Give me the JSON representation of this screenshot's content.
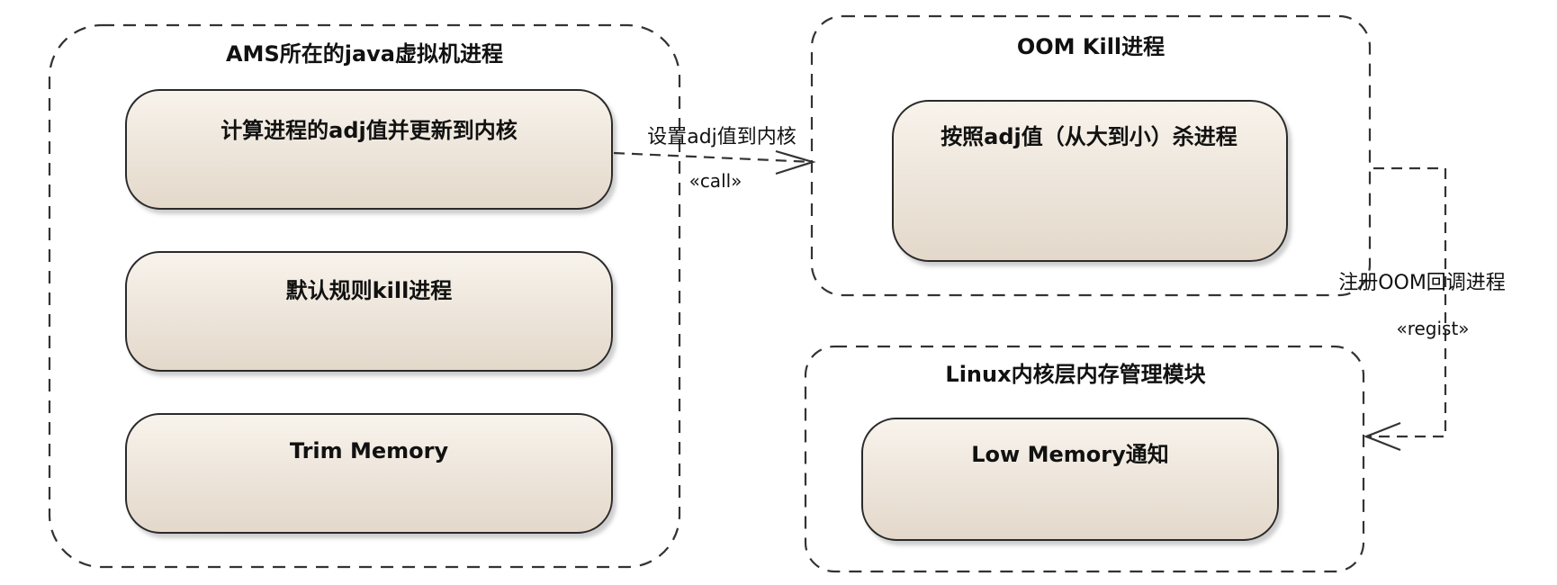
{
  "containers": {
    "ams": {
      "title": "AMS所在的java虚拟机进程"
    },
    "oom": {
      "title": "OOM Kill进程"
    },
    "linux": {
      "title": "Linux内核层内存管理模块"
    }
  },
  "nodes": {
    "adj_calc": "计算进程的adj值并更新到内核",
    "default_kill": "默认规则kill进程",
    "trim_memory": "Trim Memory",
    "kill_by_adj": "按照adj值（从大到小）杀进程",
    "low_memory": "Low Memory通知"
  },
  "edges": {
    "set_adj": {
      "label": "设置adj值到内核",
      "stereotype": "«call»"
    },
    "register_oom": {
      "label": "注册OOM回调进程",
      "stereotype": "«regist»"
    }
  },
  "colors": {
    "node_fill_top": "#f7f1ea",
    "node_fill_bottom": "#e2d6c7",
    "node_stroke": "#2a2a2a",
    "dash": "#333333"
  }
}
